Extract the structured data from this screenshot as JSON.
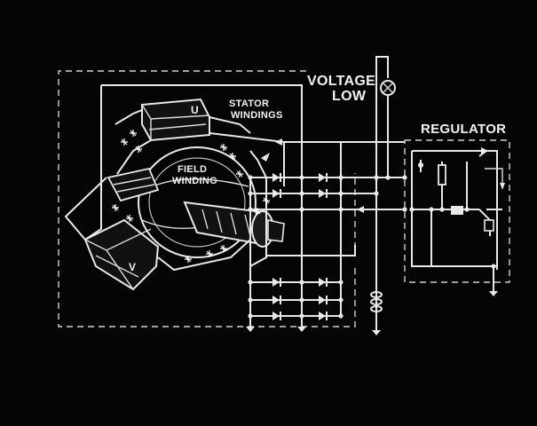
{
  "labels": {
    "voltage": "VOLTAGE",
    "low": "LOW",
    "regulator": "REGULATOR",
    "stator_line1": "STATOR",
    "stator_line2": "WINDINGS",
    "field_line1": "FIELD",
    "field_line2": "WINDING",
    "coil_u": "U",
    "coil_v": "V"
  },
  "colors": {
    "background": "#050505",
    "lines": "#e8e8e8"
  }
}
